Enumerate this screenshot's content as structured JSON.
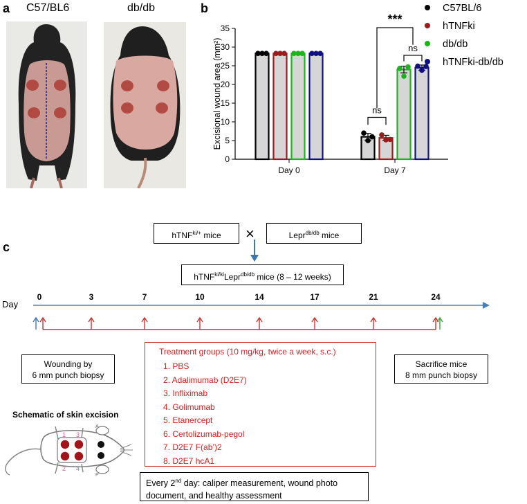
{
  "panel_a": {
    "letter": "a",
    "mouse1_label": "C57/BL6",
    "mouse2_label": "db/db"
  },
  "panel_b": {
    "letter": "b"
  },
  "chart_data": {
    "type": "bar",
    "categories": [
      "Day 0",
      "Day 7"
    ],
    "ylabel": "Excisional wound area (mm²)",
    "ylim": [
      0,
      35
    ],
    "yticks": [
      0,
      5,
      10,
      15,
      20,
      25,
      30,
      35
    ],
    "legend_position": "right",
    "series": [
      {
        "name": "C57BL/6",
        "color": "#000000",
        "values": [
          28.3,
          6.0
        ],
        "error": [
          0.0,
          0.9
        ],
        "points": [
          [
            28.3,
            28.3,
            28.3
          ],
          [
            7.0,
            5.0,
            6.0
          ]
        ]
      },
      {
        "name": "hTNFki",
        "color": "#9b1c1c",
        "values": [
          28.3,
          5.7
        ],
        "error": [
          0.0,
          0.7
        ],
        "points": [
          [
            28.3,
            28.3,
            28.3
          ],
          [
            6.5,
            5.2,
            5.3
          ]
        ]
      },
      {
        "name": "db/db",
        "color": "#1db31d",
        "values": [
          28.3,
          24.0
        ],
        "error": [
          0.0,
          0.9
        ],
        "points": [
          [
            28.3,
            28.3,
            28.3
          ],
          [
            24.3,
            22.2,
            24.7
          ]
        ]
      },
      {
        "name": "hTNFki-db/db",
        "color": "#101080",
        "values": [
          28.3,
          24.5
        ],
        "error": [
          0.0,
          0.7
        ],
        "points": [
          [
            28.3,
            28.3,
            28.3
          ],
          [
            24.9,
            23.8,
            24.8
          ]
        ]
      }
    ],
    "annotations": [
      "ns",
      "ns",
      "***"
    ]
  },
  "panel_c": {
    "letter": "c",
    "box_left_prefix": "hTNF",
    "box_left_sup": "ki/+",
    "box_left_suffix": " mice",
    "cross_symbol": "×",
    "box_right_prefix": "Lepr",
    "box_right_sup": "db/db",
    "box_right_suffix": " mice",
    "box_bottom_prefix": "hTNF",
    "box_bottom_sup1": "ki/ki",
    "box_bottom_mid": "Lepr",
    "box_bottom_sup2": "db/db",
    "box_bottom_suffix": " mice (8 – 12 weeks)",
    "day_label": "Day",
    "days": [
      "0",
      "3",
      "7",
      "10",
      "14",
      "17",
      "21",
      "24"
    ],
    "wounding_line1": "Wounding by",
    "wounding_line2": "6 mm punch biopsy",
    "sacrifice_line1": "Sacrifice mice",
    "sacrifice_line2": "8 mm punch biopsy",
    "treatment_title": "Treatment groups  (10 mg/kg, twice a week, s.c.)",
    "treatments": [
      "1.  PBS",
      "2.  Adalimumab (D2E7)",
      "3.  Infliximab",
      "4.  Golimumab",
      "5.  Etanercept",
      "6.  Certolizumab-pegol",
      "7.  D2E7 F(ab’)2",
      "8.  D2E7 hcA1"
    ],
    "schematic_title": "Schematic of skin excision",
    "wound_num_1": "1",
    "wound_num_2": "2",
    "wound_num_3": "3",
    "wound_num_4": "4",
    "side_a": "A",
    "side_p": "P",
    "every_prefix": "Every 2",
    "every_sup": "nd",
    "every_line1_rest": " day: caliper measurement, wound photo",
    "every_line2": "document, and healthy assessment"
  }
}
